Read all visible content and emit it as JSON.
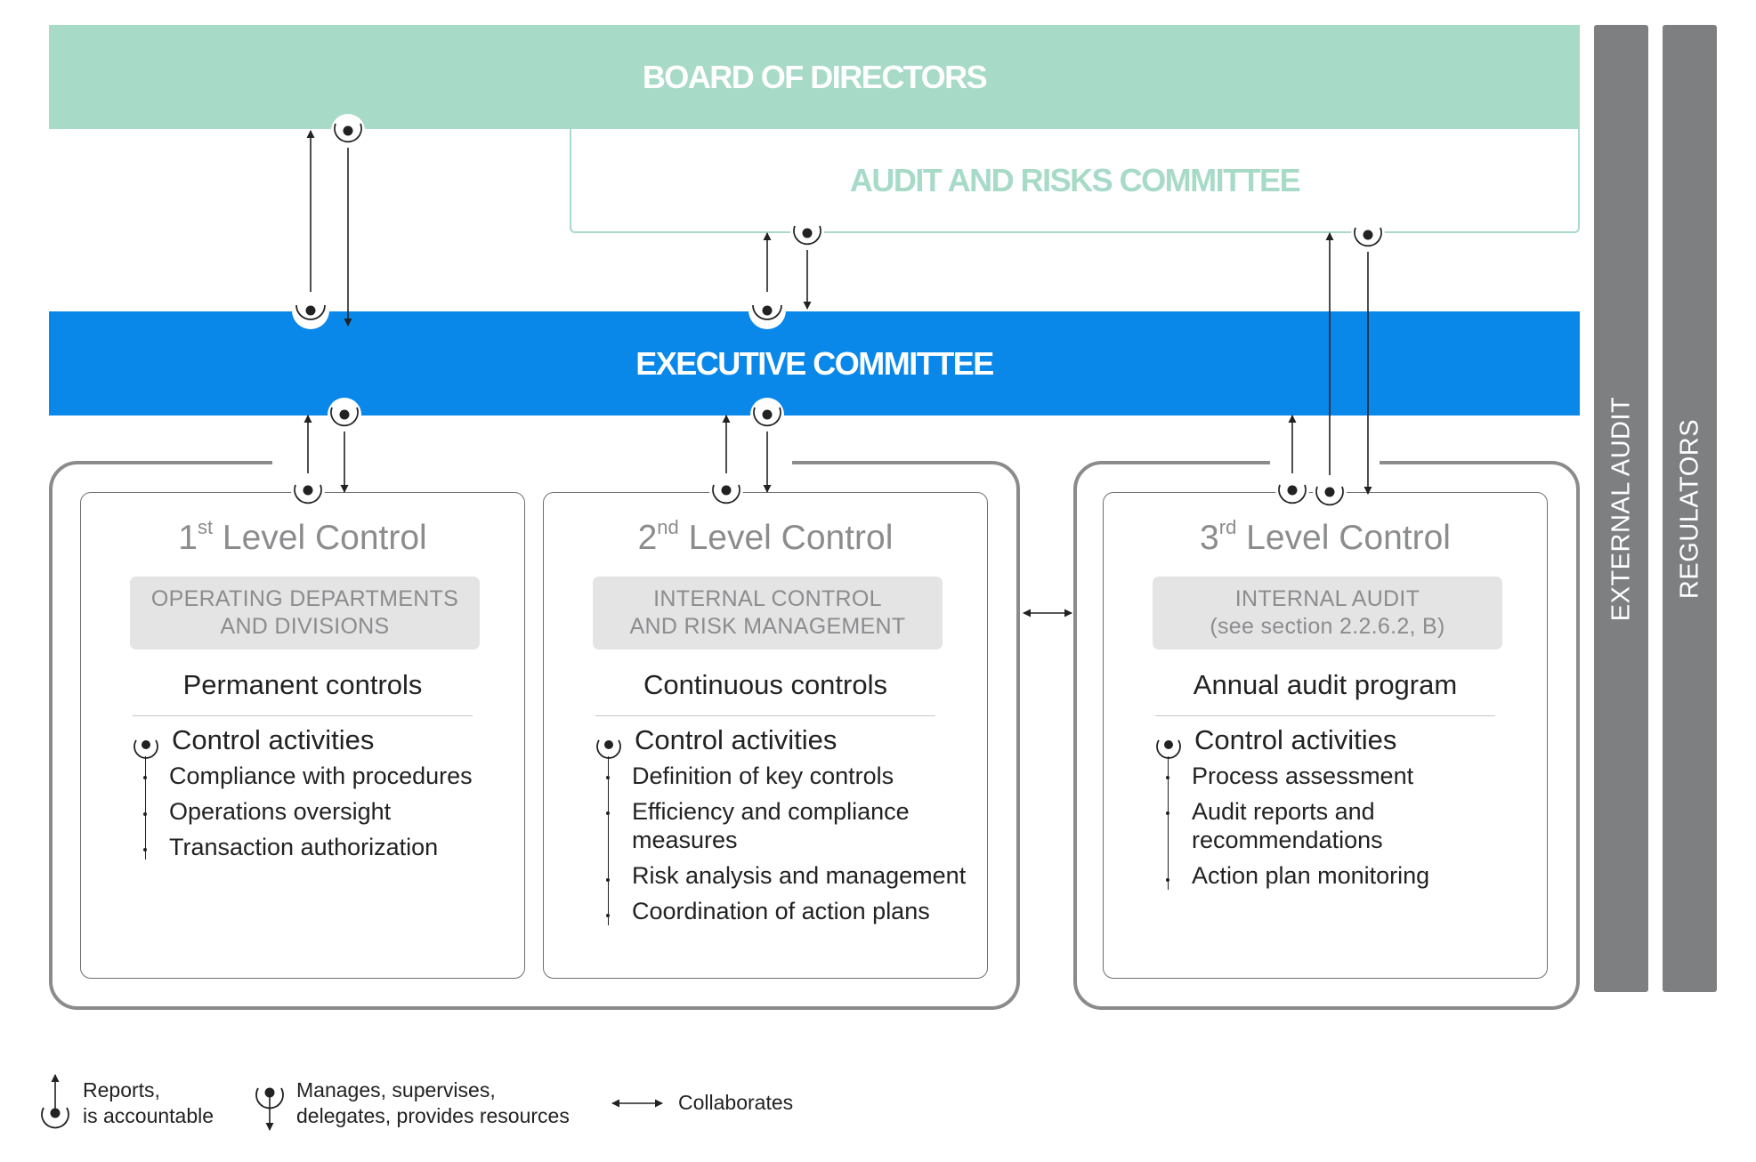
{
  "nodes": {
    "board": "BOARD OF DIRECTORS",
    "audit_committee": "AUDIT AND RISKS COMMITTEE",
    "executive": "EXECUTIVE COMMITTEE",
    "external_audit": "EXTERNAL AUDIT",
    "regulators": "REGULATORS"
  },
  "levels": [
    {
      "number": "1",
      "suffix": "st",
      "title": " Level Control",
      "org_line1": "OPERATING DEPARTMENTS",
      "org_line2": "AND DIVISIONS",
      "subtitle": "Permanent controls",
      "activities_title": "Control activities",
      "items": [
        "Compliance with procedures",
        "Operations oversight",
        "Transaction authorization"
      ]
    },
    {
      "number": "2",
      "suffix": "nd",
      "title": " Level Control",
      "org_line1": "INTERNAL CONTROL",
      "org_line2": "AND RISK MANAGEMENT",
      "subtitle": "Continuous controls",
      "activities_title": "Control activities",
      "items": [
        "Definition of key controls",
        "Efficiency and compliance measures",
        "Risk analysis and management",
        "Coordination of action plans"
      ]
    },
    {
      "number": "3",
      "suffix": "rd",
      "title": " Level Control",
      "org_line1": "INTERNAL AUDIT",
      "org_line2": "(see section 2.2.6.2, B)",
      "subtitle": "Annual audit program",
      "activities_title": "Control activities",
      "items": [
        "Process assessment",
        "Audit reports and recommendations",
        "Action plan monitoring"
      ]
    }
  ],
  "legend": {
    "reports_line1": "Reports,",
    "reports_line2": "is accountable",
    "manages_line1": "Manages, supervises,",
    "manages_line2": "delegates, provides resources",
    "collaborates": "Collaborates"
  },
  "colors": {
    "board": "#a7dac7",
    "executive": "#0a88ea",
    "sidebar": "#7d7f81",
    "muted_text": "#8b8c8e"
  }
}
